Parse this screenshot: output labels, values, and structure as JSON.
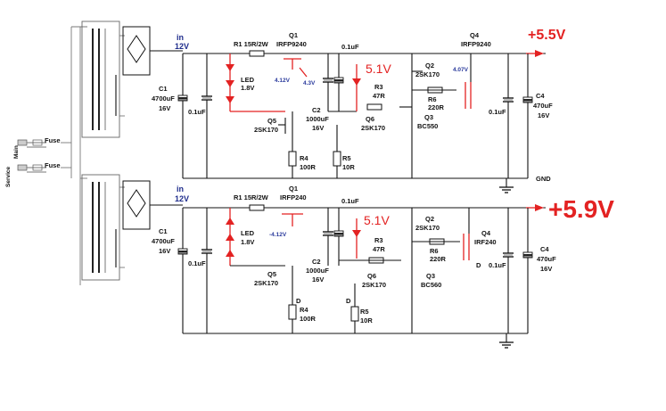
{
  "colors": {
    "wire": "#111111",
    "accent": "#e32222",
    "voltage_label": "#1f2d8c"
  },
  "left": {
    "fuse_top": "Fuse",
    "fuse_bottom": "Fuse",
    "main": "Main",
    "service": "Service"
  },
  "top": {
    "in_label": "in",
    "in_voltage": "12V",
    "c1_name": "C1",
    "c1_value": "4700uF",
    "c1_voltage": "16V",
    "c_01_a": "0.1uF",
    "led": "LED",
    "led_v": "1.8V",
    "r1": "R1 15R/2W",
    "q1": "Q1",
    "q1_type": "IRFP9240",
    "v412": "4.12V",
    "v43": "4.3V",
    "c01_b": "0.1uF",
    "c2_name": "C2",
    "c2_value": "1000uF",
    "c2_voltage": "16V",
    "q5": "Q5",
    "q5_type": "2SK170",
    "r4": "R4",
    "r4_val": "100R",
    "r5": "R5",
    "r5_val": "10R",
    "q6": "Q6",
    "q6_type": "2SK170",
    "v51": "5.1V",
    "r3": "R3",
    "r3_val": "47R",
    "q2": "Q2",
    "q2_type": "2SK170",
    "r6": "R6",
    "r6_val": "220R",
    "q3": "Q3",
    "q3_type": "BC550",
    "q4": "Q4",
    "q4_type": "IRFP9240",
    "v407": "4.07V",
    "c01_c": "0.1uF",
    "c4_name": "C4",
    "c4_value": "470uF",
    "c4_voltage": "16V",
    "output": "+5.5V",
    "gnd": "GND"
  },
  "bottom": {
    "in_label": "in",
    "in_voltage": "12V",
    "c1_name": "C1",
    "c1_value": "4700uF",
    "c1_voltage": "16V",
    "c_01_a": "0.1uF",
    "led": "LED",
    "led_v": "1.8V",
    "r1": "R1 15R/2W",
    "q1": "Q1",
    "q1_type": "IRFP240",
    "v412": "-4.12V",
    "c01_b": "0.1uF",
    "c2_name": "C2",
    "c2_value": "1000uF",
    "c2_voltage": "16V",
    "q5": "Q5",
    "q5_type": "2SK170",
    "r4": "R4",
    "r4_val": "100R",
    "r5": "R5",
    "r5_val": "10R",
    "q6": "Q6",
    "q6_type": "2SK170",
    "v51": "5.1V",
    "r3": "R3",
    "r3_val": "47R",
    "q2": "Q2",
    "q2_type": "2SK170",
    "r6": "R6",
    "r6_val": "220R",
    "q3": "Q3",
    "q3_type": "BC560",
    "q4": "Q4",
    "q4_type": "IRF240",
    "c01_c": "0.1uF",
    "c4_name": "C4",
    "c4_value": "470uF",
    "c4_voltage": "16V",
    "output": "+5.9V",
    "d": "D"
  }
}
